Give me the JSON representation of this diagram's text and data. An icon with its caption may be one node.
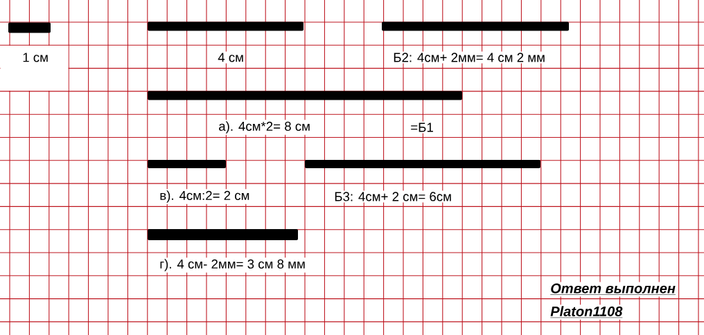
{
  "diagram": {
    "nodes": [
      {
        "text": [],
        "shape": "bar",
        "beside": [
          "1 см"
        ]
      },
      {
        "text": [],
        "shape": "bar",
        "beside": [
          "4 см"
        ]
      },
      {
        "text": [],
        "shape": "bar",
        "beside": [
          "Б2:  4см+ 2мм= 4 см 2 мм"
        ]
      },
      {
        "text": [],
        "shape": "bar",
        "beside": [
          "а). 4см*2= 8 см",
          "=Б1"
        ]
      },
      {
        "text": [],
        "shape": "bar",
        "beside": [
          "в). 4см:2= 2 см"
        ]
      },
      {
        "text": [],
        "shape": "bar",
        "beside": [
          "Б3: 4см+ 2 см= 6см"
        ]
      },
      {
        "text": [],
        "shape": "bar",
        "beside": [
          "г). 4 см- 2мм= 3 см 8 мм"
        ]
      }
    ],
    "labels": [
      "Ответ выполнен",
      "Platon1108"
    ]
  }
}
